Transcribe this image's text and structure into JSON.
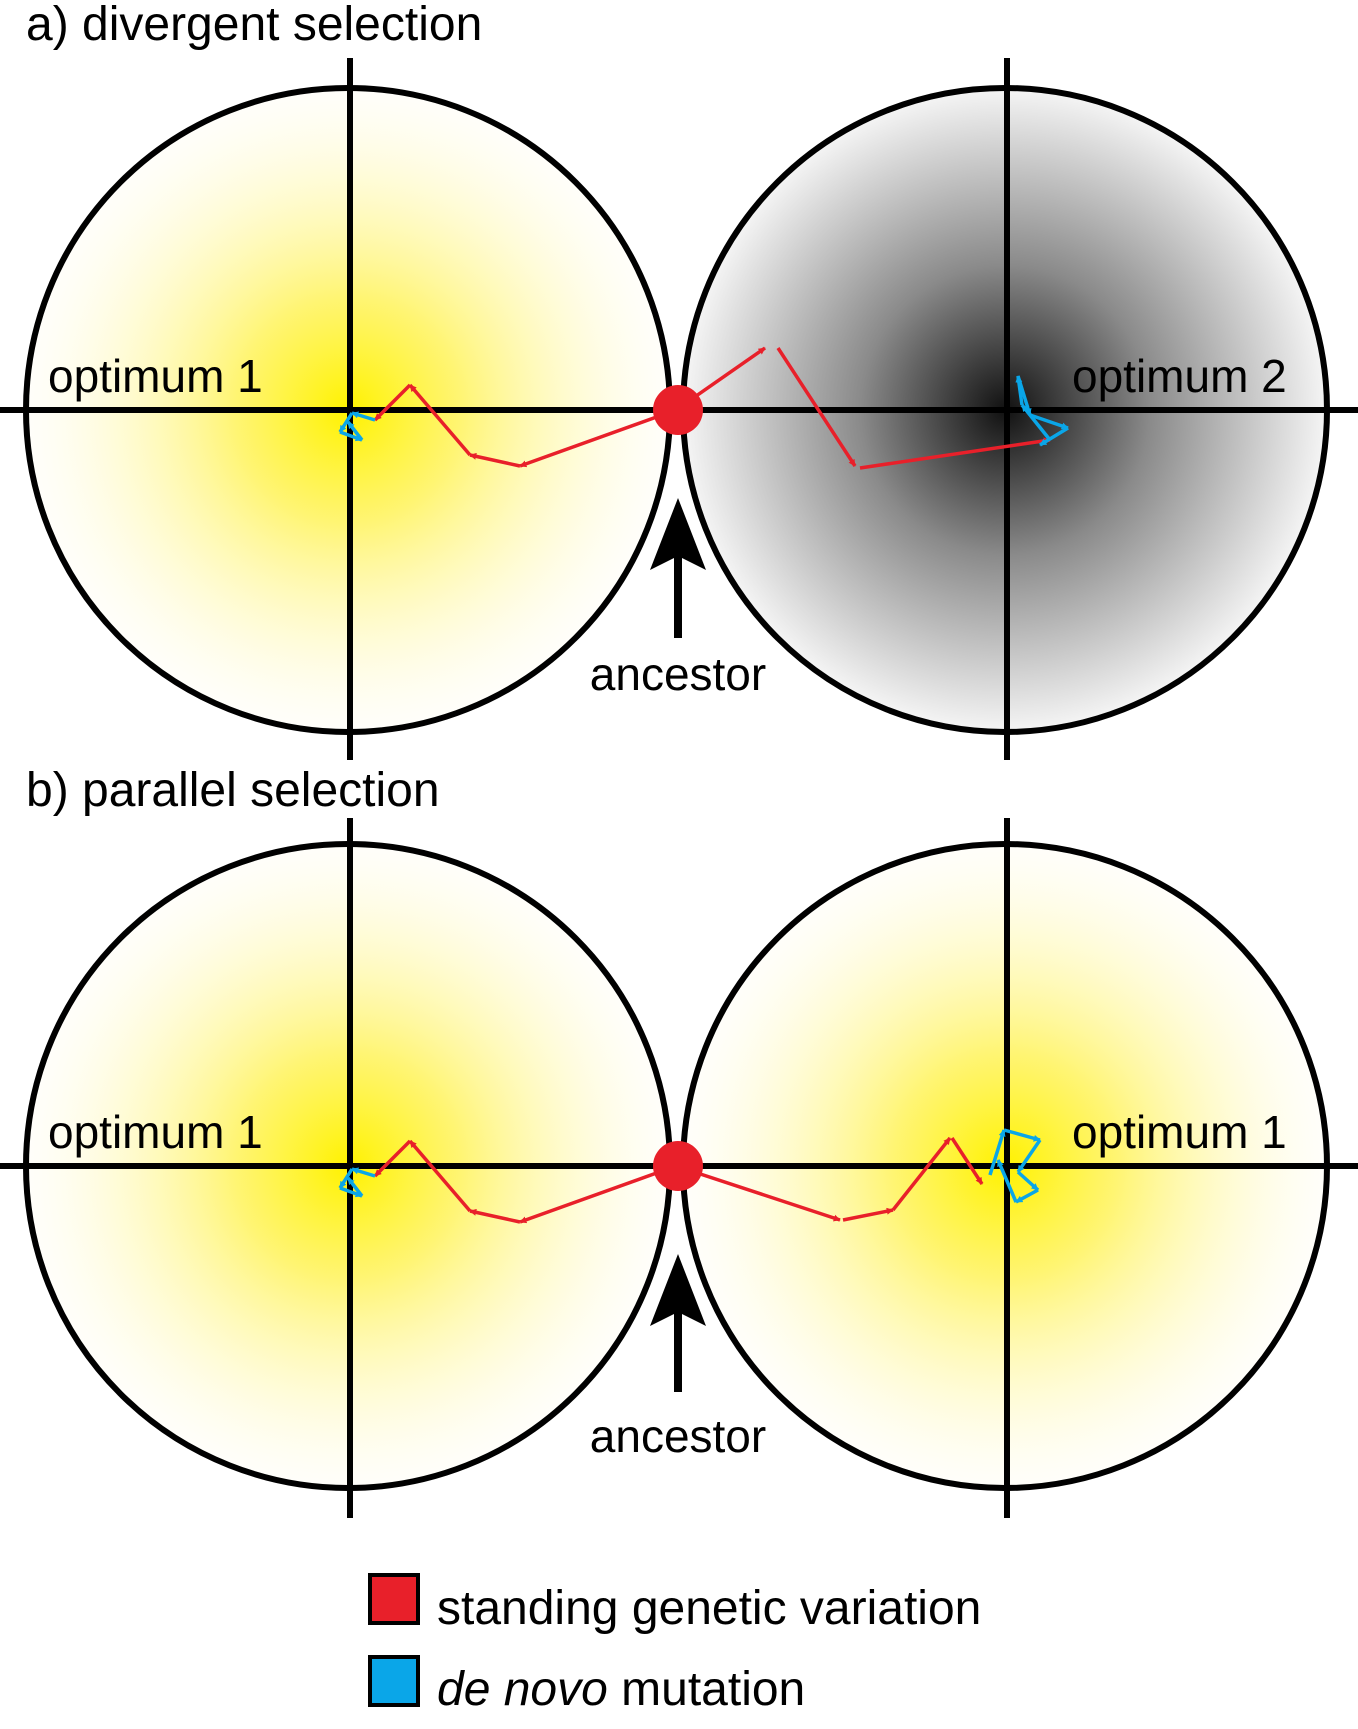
{
  "panels": [
    {
      "id": "a",
      "title": "a) divergent selection",
      "left_label": "optimum 1",
      "right_label": "optimum 2",
      "ancestor_label": "ancestor",
      "left_fill": "yellow",
      "right_fill": "gray"
    },
    {
      "id": "b",
      "title": "b) parallel selection",
      "left_label": "optimum 1",
      "right_label": "optimum 1",
      "ancestor_label": "ancestor",
      "left_fill": "yellow",
      "right_fill": "yellow"
    }
  ],
  "legend": {
    "standing": {
      "label": "standing genetic variation",
      "color": "#e8202a"
    },
    "denovo": {
      "label_italic": "de novo",
      "label_rest": " mutation",
      "color": "#0aa6e8"
    }
  },
  "colors": {
    "red": "#e8202a",
    "blue": "#0aa6e8",
    "yellow": "#fff200",
    "gray": "#111111",
    "outline": "#000000"
  }
}
